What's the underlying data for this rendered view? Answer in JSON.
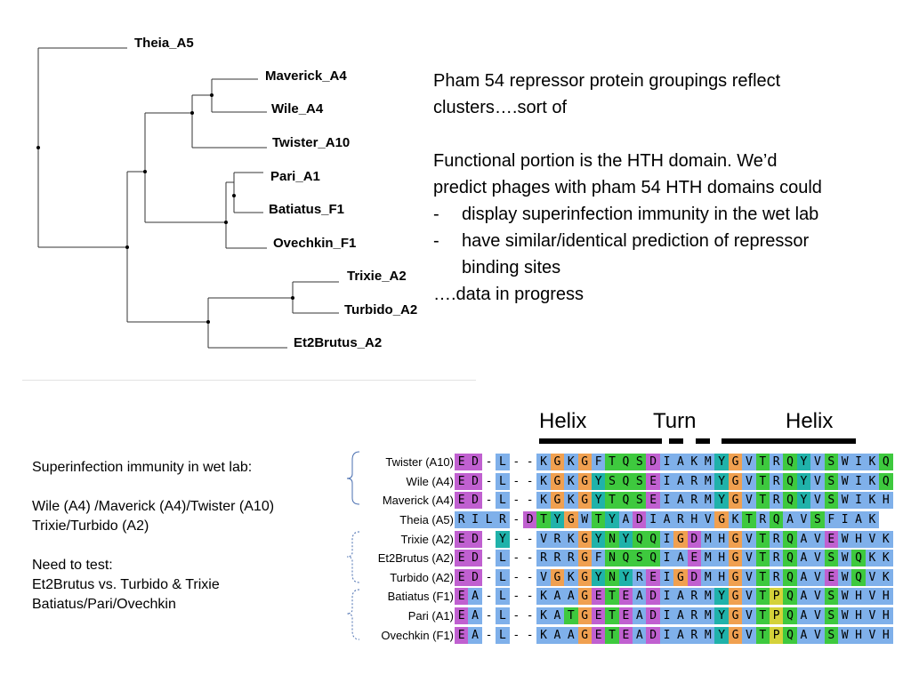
{
  "tree": {
    "leaves": [
      "Theia_A5",
      "Maverick_A4",
      "Wile_A4",
      "Twister_A10",
      "Pari_A1",
      "Batiatus_F1",
      "Ovechkin_F1",
      "Trixie_A2",
      "Turbido_A2",
      "Et2Brutus_A2"
    ]
  },
  "summary": {
    "title_lines": [
      "Pham 54 repressor protein groupings reflect",
      "clusters….sort of"
    ],
    "body_lines": [
      "Functional portion is the HTH domain.  We’d",
      "predict phages with pham 54 HTH domains could"
    ],
    "bullets": [
      {
        "dash": "-",
        "lines": [
          "display superinfection immunity in the wet lab"
        ]
      },
      {
        "dash": "-",
        "lines": [
          "have similar/identical prediction of repressor",
          "binding sites"
        ]
      }
    ],
    "footer": "….data in progress"
  },
  "immunity_notes": {
    "heading": "Superinfection immunity in wet lab:",
    "groups": [
      "Wile (A4) /Maverick (A4)/Twister (A10)",
      "Trixie/Turbido (A2)"
    ],
    "test_heading": "Need to test:",
    "tests": [
      "Et2Brutus vs. Turbido & Trixie",
      "Batiatus/Pari/Ovechkin"
    ]
  },
  "structure_labels": {
    "helix1": "Helix",
    "turn": "Turn",
    "helix2": "Helix"
  },
  "alignment": {
    "rows": [
      {
        "name": "Twister (A10)",
        "seq": "ED-L--KGKGFTQSDIAKMYGVTRQYVSWIKQ"
      },
      {
        "name": "Wile (A4)",
        "seq": "ED-L--KGKGYSQSEIARMYGVTRQYVSWIKQ"
      },
      {
        "name": "Maverick (A4)",
        "seq": "ED-L--KGKGYTQSEIARMYGVTRQYVSWIKH"
      },
      {
        "name": "Theia (A5)",
        "seq": "RILR-DTYGWTYADIARHVGKTRQAVSFIAK"
      },
      {
        "name": "Trixie (A2)",
        "seq": "ED-Y--VRKGYNYQQIGDMHGVTRQAVEWHVK"
      },
      {
        "name": "Et2Brutus (A2)",
        "seq": "ED-L--RRRGFNQSQIAEMHGVTRQAVSWQKK"
      },
      {
        "name": "Turbido (A2)",
        "seq": "ED-L--VGKGYNYREIGDMHGVTRQAVEWQVK"
      },
      {
        "name": "Batiatus (F1)",
        "seq": "EA-L--KAAGETEADIARMYGVTPQAVSWHVH"
      },
      {
        "name": "Pari (A1)",
        "seq": "EA-L--KATGETEADIARMYGVTPQAVSWHVH"
      },
      {
        "name": "Ovechkin (F1)",
        "seq": "EA-L--KAAGETEADIARMYGVTPQAVSWHVH"
      }
    ],
    "residue_colors": {
      "E": "#c060d0",
      "D": "#c060d0",
      "R": "#7fb0ea",
      "K": "#7fb0ea",
      "H": "#7fb0ea",
      "G": "#f0a050",
      "P": "#d4d23a",
      "T": "#3ec93e",
      "S": "#3ec93e",
      "N": "#3ec93e",
      "Q": "#3ec93e",
      "A": "#7fb0ea",
      "I": "#7fb0ea",
      "L": "#7fb0ea",
      "M": "#7fb0ea",
      "V": "#7fb0ea",
      "F": "#7fb0ea",
      "W": "#7fb0ea",
      "C": "#f08080",
      "Y": "#20b2aa"
    }
  }
}
